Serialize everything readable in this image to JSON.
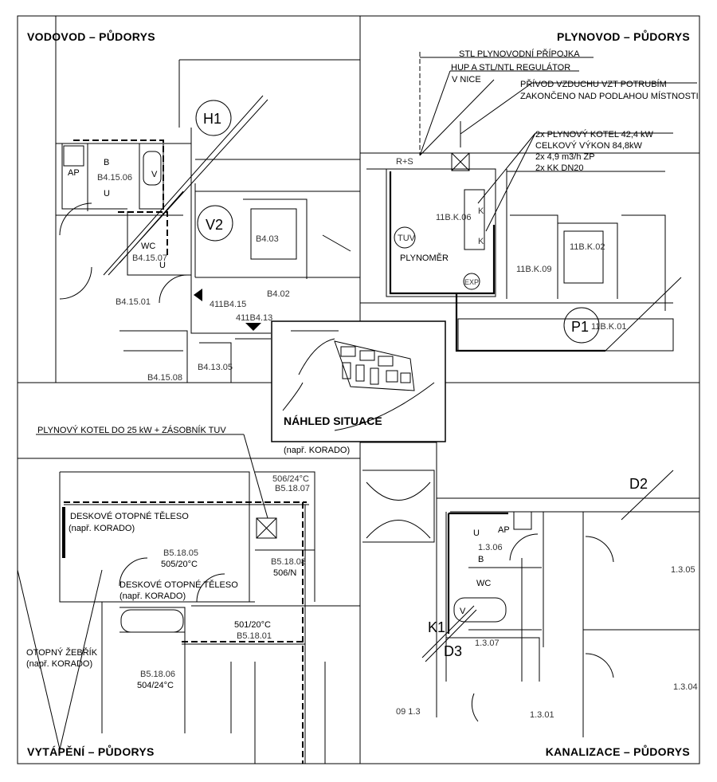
{
  "quadrants": {
    "water": {
      "title": "VODOVOD – PŮDORYS",
      "riser": "H1",
      "riser2": "V2",
      "fixtures": {
        "ap": "AP",
        "b": "B",
        "v": "V",
        "u": "U",
        "wc": "WC",
        "u2": "U"
      },
      "rooms": [
        "B4.15.06",
        "B4.15.07",
        "B4.03",
        "B4.02",
        "B4.15.01",
        "411B4.15",
        "411B4.13",
        "B4.15.08",
        "B4.13.05"
      ]
    },
    "gas": {
      "title": "PLYNOVOD – PŮDORYS",
      "notes": {
        "connection": "STL PLYNOVODNÍ PŘÍPOJKA",
        "regulator_1": "HUP A STL/NTL REGULÁTOR",
        "regulator_2": "V NICE",
        "air_1": "PŘÍVOD VZDUCHU VZT POTRUBÍM",
        "air_2": "ZAKONČENO NAD PODLAHOU MÍSTNOSTI",
        "boiler_1": "2x PLYNOVÝ KOTEL 42,4 kW",
        "boiler_2": "CELKOVÝ VÝKON 84,8kW",
        "boiler_3": "2x 4,9 m3/h ZP",
        "boiler_4": "2x KK DN20",
        "meter": "PLYNOMĚR"
      },
      "labels": {
        "rs": "R+S",
        "tuv": "TUV",
        "exp": "EXP",
        "k1": "K",
        "k2": "K",
        "riser": "P1"
      },
      "rooms": [
        "11B.K.06",
        "11B.K.02",
        "11B.K.09",
        "11B.K.01"
      ]
    },
    "heating": {
      "title": "VYTÁPĚNÍ – PŮDORYS",
      "notes": {
        "boiler": "PLYNOVÝ KOTEL DO 25 kW + ZÁSOBNÍK TUV",
        "panel_1a": "DESKOVÉ OTOPNÉ TĚLESO",
        "panel_1b": "(např. KORADO)",
        "panel_2a": "DESKOVÉ OTOPNÉ TĚLESO",
        "panel_2b": "(např. KORADO)",
        "panel_3b": "(např. KORADO)",
        "ladder_a": "OTOPNÝ ŽEBŘÍK",
        "ladder_b": "(např. KORADO)"
      },
      "rooms": [
        {
          "code": "B5.18.07",
          "temp": "506/24°C"
        },
        {
          "code": "B5.18.05",
          "temp": "505/20°C"
        },
        {
          "code": "B5.18.08",
          "temp": "506/N"
        },
        {
          "code": "B5.18.01",
          "temp": "501/20°C"
        },
        {
          "code": "B5.18.06",
          "temp": "504/24°C"
        }
      ]
    },
    "sewer": {
      "title": "KANALIZACE – PŮDORYS",
      "risers": {
        "d2": "D2",
        "k1": "K1",
        "d3": "D3"
      },
      "fixtures": {
        "u": "U",
        "ap": "AP",
        "b": "B",
        "wc": "WC",
        "v": "V"
      },
      "rooms": [
        "1.3.06",
        "1.3.05",
        "1.3.07",
        "1.3.04",
        "09 1.3",
        "1.3.01"
      ]
    }
  },
  "inset": {
    "title": "NÁHLED SITUACE"
  }
}
